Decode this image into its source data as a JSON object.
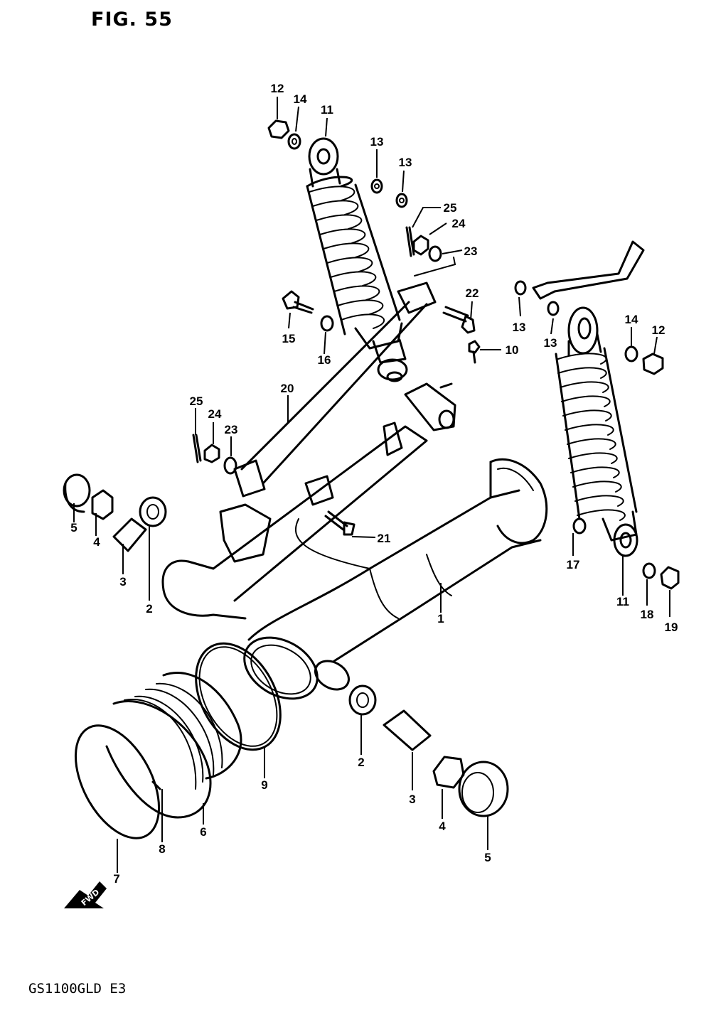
{
  "figure": {
    "title": "FIG. 55",
    "model": "GS1100GLD E3",
    "fwd_label": "FWD"
  },
  "callouts": [
    {
      "num": "12"
    },
    {
      "num": "14"
    },
    {
      "num": "11"
    },
    {
      "num": "13"
    },
    {
      "num": "13"
    },
    {
      "num": "25"
    },
    {
      "num": "24"
    },
    {
      "num": "23"
    },
    {
      "num": "22"
    },
    {
      "num": "13"
    },
    {
      "num": "13"
    },
    {
      "num": "14"
    },
    {
      "num": "12"
    },
    {
      "num": "15"
    },
    {
      "num": "16"
    },
    {
      "num": "10"
    },
    {
      "num": "20"
    },
    {
      "num": "25"
    },
    {
      "num": "24"
    },
    {
      "num": "23"
    },
    {
      "num": "5"
    },
    {
      "num": "4"
    },
    {
      "num": "3"
    },
    {
      "num": "2"
    },
    {
      "num": "21"
    },
    {
      "num": "17"
    },
    {
      "num": "11"
    },
    {
      "num": "18"
    },
    {
      "num": "19"
    },
    {
      "num": "1"
    },
    {
      "num": "2"
    },
    {
      "num": "3"
    },
    {
      "num": "4"
    },
    {
      "num": "5"
    },
    {
      "num": "9"
    },
    {
      "num": "6"
    },
    {
      "num": "8"
    },
    {
      "num": "7"
    }
  ]
}
